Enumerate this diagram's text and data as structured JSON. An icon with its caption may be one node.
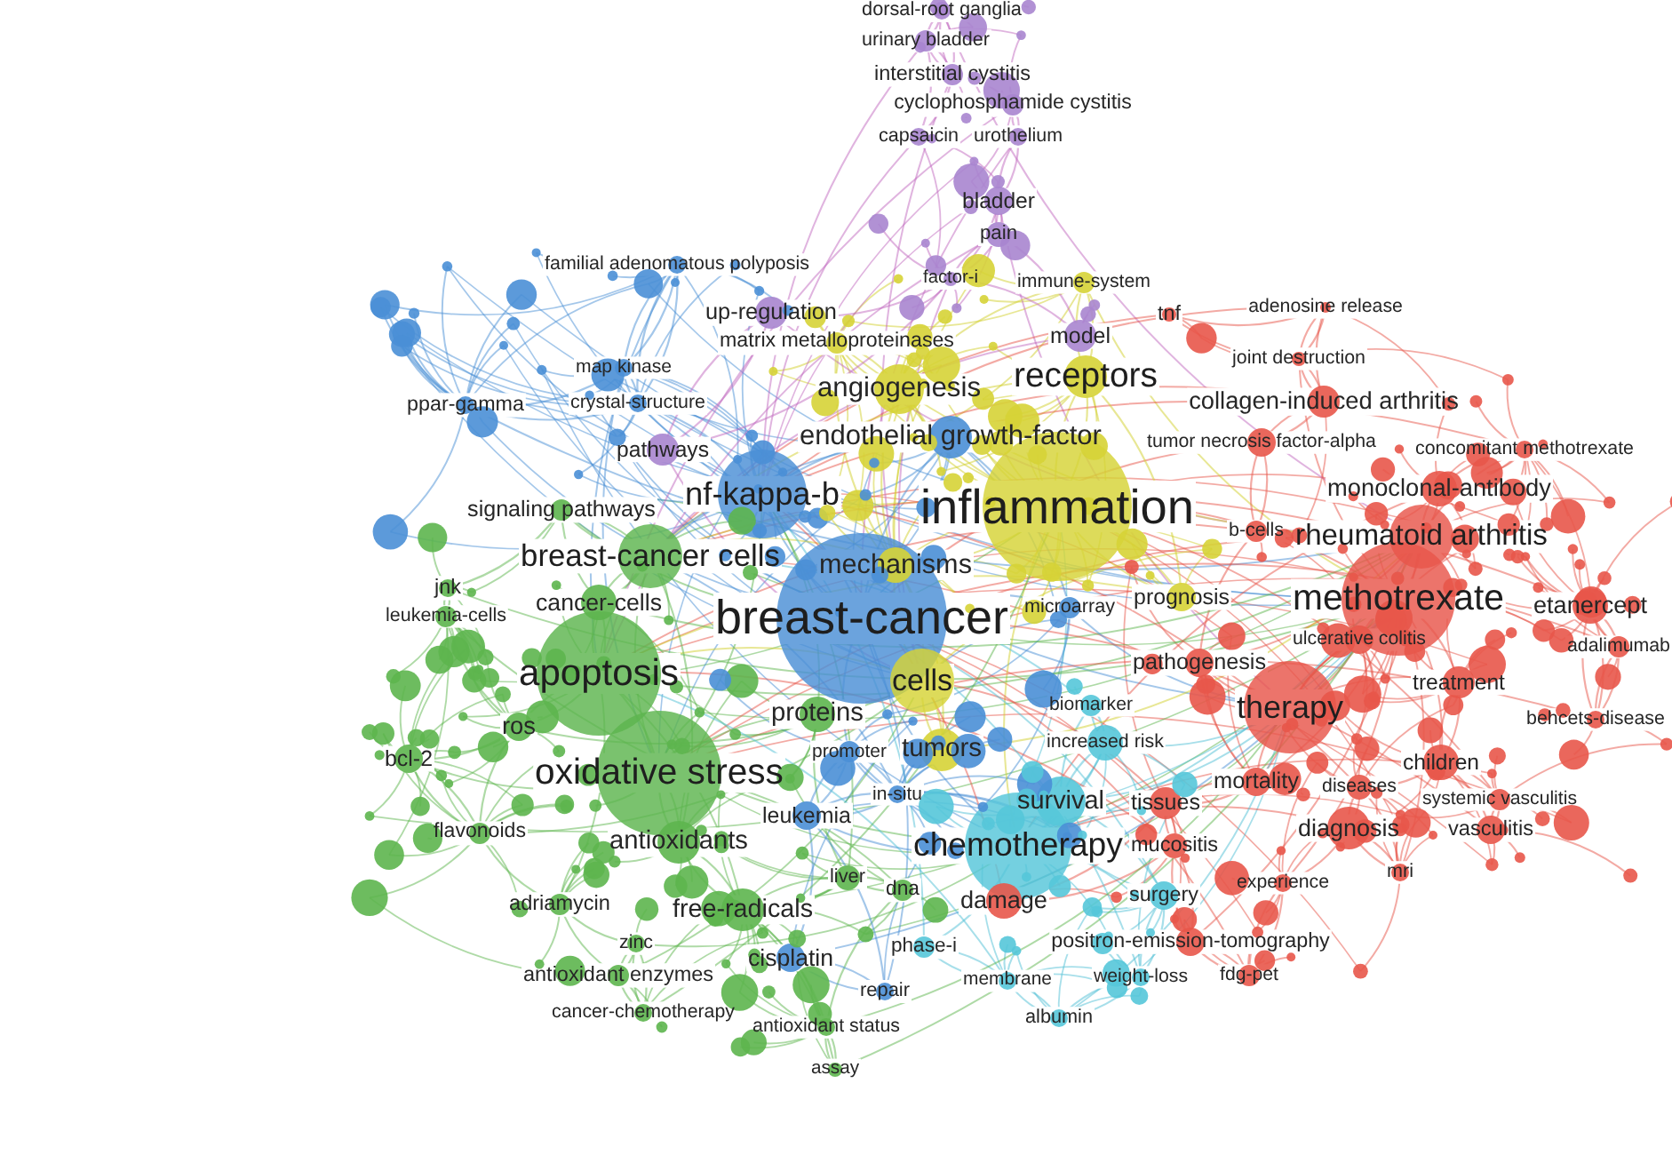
{
  "diagram": {
    "labels": [
      "dorsal-root ganglia",
      "urinary bladder",
      "interstitial cystitis",
      "cyclophosphamide cystitis",
      "capsaicin",
      "urothelium",
      "bladder",
      "pain",
      "familial adenomatous polyposis",
      "factor-i",
      "immune-system",
      "adenosine release",
      "up-regulation",
      "tnf",
      "model",
      "matrix metalloproteinases",
      "joint destruction",
      "map kinase",
      "receptors",
      "angiogenesis",
      "collagen-induced arthritis",
      "ppar-gamma",
      "crystal-structure",
      "endothelial growth-factor",
      "tumor necrosis factor-alpha",
      "pathways",
      "concomitant methotrexate",
      "monoclonal-antibody",
      "nf-kappa-b",
      "inflammation",
      "signaling pathways",
      "b-cells",
      "rheumatoid arthritis",
      "breast-cancer cells",
      "mechanisms",
      "jnk",
      "prognosis",
      "methotrexate",
      "cancer-cells",
      "microarray",
      "etanercept",
      "leukemia-cells",
      "breast-cancer",
      "ulcerative colitis",
      "adalimumab",
      "pathogenesis",
      "apoptosis",
      "cells",
      "treatment",
      "biomarker",
      "therapy",
      "proteins",
      "behcets-disease",
      "ros",
      "increased risk",
      "tumors",
      "promoter",
      "bcl-2",
      "children",
      "oxidative stress",
      "mortality",
      "diseases",
      "in-situ",
      "systemic vasculitis",
      "survival",
      "tissues",
      "leukemia",
      "diagnosis",
      "vasculitis",
      "flavonoids",
      "antioxidants",
      "chemotherapy",
      "mucositis",
      "mri",
      "liver",
      "experience",
      "dna",
      "surgery",
      "damage",
      "adriamycin",
      "free-radicals",
      "positron-emission-tomography",
      "zinc",
      "phase-i",
      "cisplatin",
      "antioxidant enzymes",
      "fdg-pet",
      "weight-loss",
      "membrane",
      "repair",
      "cancer-chemotherapy",
      "albumin",
      "antioxidant status",
      "assay"
    ]
  }
}
